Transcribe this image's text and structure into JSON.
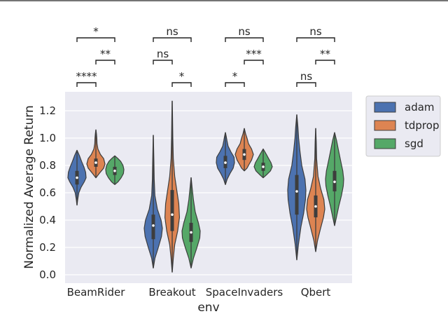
{
  "chart_data": {
    "type": "violin",
    "xlabel": "env",
    "ylabel": "Normalized Average Return",
    "categories": [
      "BeamRider",
      "Breakout",
      "SpaceInvaders",
      "Qbert"
    ],
    "yticks": [
      "0.0",
      "0.2",
      "0.4",
      "0.6",
      "0.8",
      "1.0",
      "1.2"
    ],
    "ylim": [
      -0.05,
      1.33
    ],
    "legend_position": "outside-right",
    "grid": true,
    "series": [
      {
        "name": "adam",
        "color": "#4c72b0",
        "violins": [
          {
            "min": 0.51,
            "max": 0.91,
            "median": 0.71,
            "q1": 0.66,
            "q3": 0.76,
            "profile": [
              [
                0.51,
                0.005
              ],
              [
                0.55,
                0.08
              ],
              [
                0.6,
                0.2
              ],
              [
                0.64,
                0.45
              ],
              [
                0.68,
                0.8
              ],
              [
                0.71,
                1.0
              ],
              [
                0.75,
                0.95
              ],
              [
                0.79,
                0.75
              ],
              [
                0.83,
                0.5
              ],
              [
                0.87,
                0.28
              ],
              [
                0.91,
                0.005
              ]
            ]
          },
          {
            "min": 0.05,
            "max": 1.02,
            "median": 0.36,
            "q1": 0.26,
            "q3": 0.44,
            "profile": [
              [
                0.05,
                0.005
              ],
              [
                0.12,
                0.18
              ],
              [
                0.2,
                0.55
              ],
              [
                0.28,
                0.9
              ],
              [
                0.34,
                1.0
              ],
              [
                0.4,
                0.85
              ],
              [
                0.48,
                0.45
              ],
              [
                0.58,
                0.18
              ],
              [
                0.7,
                0.1
              ],
              [
                0.82,
                0.07
              ],
              [
                0.92,
                0.04
              ],
              [
                1.02,
                0.005
              ]
            ]
          },
          {
            "min": 0.66,
            "max": 1.04,
            "median": 0.82,
            "q1": 0.78,
            "q3": 0.87,
            "profile": [
              [
                0.66,
                0.005
              ],
              [
                0.7,
                0.2
              ],
              [
                0.74,
                0.5
              ],
              [
                0.78,
                0.85
              ],
              [
                0.82,
                1.0
              ],
              [
                0.86,
                0.95
              ],
              [
                0.9,
                0.6
              ],
              [
                0.94,
                0.3
              ],
              [
                0.98,
                0.18
              ],
              [
                1.01,
                0.1
              ],
              [
                1.04,
                0.005
              ]
            ]
          },
          {
            "min": 0.11,
            "max": 1.17,
            "median": 0.61,
            "q1": 0.44,
            "q3": 0.73,
            "profile": [
              [
                0.11,
                0.005
              ],
              [
                0.22,
                0.18
              ],
              [
                0.35,
                0.45
              ],
              [
                0.45,
                0.75
              ],
              [
                0.55,
                0.95
              ],
              [
                0.62,
                1.0
              ],
              [
                0.7,
                0.9
              ],
              [
                0.8,
                0.55
              ],
              [
                0.9,
                0.35
              ],
              [
                1.0,
                0.2
              ],
              [
                1.08,
                0.12
              ],
              [
                1.17,
                0.005
              ]
            ]
          }
        ]
      },
      {
        "name": "tdprop",
        "color": "#dd8452",
        "violins": [
          {
            "min": 0.71,
            "max": 1.06,
            "median": 0.82,
            "q1": 0.79,
            "q3": 0.85,
            "profile": [
              [
                0.71,
                0.005
              ],
              [
                0.74,
                0.35
              ],
              [
                0.78,
                0.85
              ],
              [
                0.81,
                1.0
              ],
              [
                0.85,
                0.85
              ],
              [
                0.88,
                0.5
              ],
              [
                0.92,
                0.22
              ],
              [
                0.96,
                0.12
              ],
              [
                1.0,
                0.1
              ],
              [
                1.03,
                0.06
              ],
              [
                1.06,
                0.005
              ]
            ]
          },
          {
            "min": 0.02,
            "max": 1.27,
            "median": 0.44,
            "q1": 0.32,
            "q3": 0.62,
            "profile": [
              [
                0.02,
                0.005
              ],
              [
                0.12,
                0.12
              ],
              [
                0.22,
                0.28
              ],
              [
                0.32,
                0.6
              ],
              [
                0.42,
                0.8
              ],
              [
                0.52,
                0.72
              ],
              [
                0.62,
                0.5
              ],
              [
                0.72,
                0.28
              ],
              [
                0.85,
                0.12
              ],
              [
                1.0,
                0.07
              ],
              [
                1.15,
                0.04
              ],
              [
                1.27,
                0.005
              ]
            ]
          },
          {
            "min": 0.76,
            "max": 1.07,
            "median": 0.88,
            "q1": 0.84,
            "q3": 0.92,
            "profile": [
              [
                0.76,
                0.005
              ],
              [
                0.78,
                0.3
              ],
              [
                0.81,
                0.55
              ],
              [
                0.84,
                0.8
              ],
              [
                0.88,
                1.0
              ],
              [
                0.92,
                0.8
              ],
              [
                0.96,
                0.45
              ],
              [
                1.0,
                0.3
              ],
              [
                1.03,
                0.15
              ],
              [
                1.07,
                0.005
              ]
            ]
          },
          {
            "min": 0.17,
            "max": 1.07,
            "median": 0.5,
            "q1": 0.42,
            "q3": 0.58,
            "profile": [
              [
                0.17,
                0.005
              ],
              [
                0.25,
                0.2
              ],
              [
                0.33,
                0.5
              ],
              [
                0.42,
                0.85
              ],
              [
                0.48,
                1.0
              ],
              [
                0.55,
                0.9
              ],
              [
                0.63,
                0.55
              ],
              [
                0.72,
                0.25
              ],
              [
                0.85,
                0.1
              ],
              [
                0.97,
                0.06
              ],
              [
                1.07,
                0.005
              ]
            ]
          }
        ]
      },
      {
        "name": "sgd",
        "color": "#55a868",
        "violins": [
          {
            "min": 0.66,
            "max": 0.87,
            "median": 0.76,
            "q1": 0.73,
            "q3": 0.79,
            "profile": [
              [
                0.66,
                0.005
              ],
              [
                0.68,
                0.35
              ],
              [
                0.71,
                0.7
              ],
              [
                0.74,
                0.95
              ],
              [
                0.77,
                1.0
              ],
              [
                0.8,
                0.9
              ],
              [
                0.83,
                0.65
              ],
              [
                0.85,
                0.35
              ],
              [
                0.87,
                0.005
              ]
            ]
          },
          {
            "min": 0.05,
            "max": 0.71,
            "median": 0.31,
            "q1": 0.24,
            "q3": 0.38,
            "profile": [
              [
                0.05,
                0.005
              ],
              [
                0.12,
                0.25
              ],
              [
                0.2,
                0.65
              ],
              [
                0.27,
                0.95
              ],
              [
                0.32,
                1.0
              ],
              [
                0.38,
                0.8
              ],
              [
                0.46,
                0.45
              ],
              [
                0.55,
                0.25
              ],
              [
                0.63,
                0.12
              ],
              [
                0.71,
                0.005
              ]
            ]
          },
          {
            "min": 0.71,
            "max": 0.92,
            "median": 0.79,
            "q1": 0.76,
            "q3": 0.82,
            "profile": [
              [
                0.71,
                0.005
              ],
              [
                0.73,
                0.35
              ],
              [
                0.76,
                0.8
              ],
              [
                0.79,
                1.0
              ],
              [
                0.82,
                0.85
              ],
              [
                0.85,
                0.6
              ],
              [
                0.88,
                0.35
              ],
              [
                0.92,
                0.005
              ]
            ]
          },
          {
            "min": 0.36,
            "max": 1.04,
            "median": 0.68,
            "q1": 0.61,
            "q3": 0.76,
            "profile": [
              [
                0.36,
                0.005
              ],
              [
                0.42,
                0.2
              ],
              [
                0.5,
                0.45
              ],
              [
                0.58,
                0.75
              ],
              [
                0.65,
                0.95
              ],
              [
                0.7,
                1.0
              ],
              [
                0.76,
                0.9
              ],
              [
                0.84,
                0.65
              ],
              [
                0.92,
                0.4
              ],
              [
                0.98,
                0.22
              ],
              [
                1.04,
                0.005
              ]
            ]
          }
        ]
      }
    ],
    "annotations": [
      {
        "category": 0,
        "from": "adam",
        "to": "sgd",
        "level": 2,
        "label": "*"
      },
      {
        "category": 0,
        "from": "tdprop",
        "to": "sgd",
        "level": 1,
        "label": "**"
      },
      {
        "category": 0,
        "from": "adam",
        "to": "tdprop",
        "level": 0,
        "label": "****"
      },
      {
        "category": 1,
        "from": "adam",
        "to": "sgd",
        "level": 2,
        "label": "ns"
      },
      {
        "category": 1,
        "from": "adam",
        "to": "tdprop",
        "level": 1,
        "label": "ns"
      },
      {
        "category": 1,
        "from": "tdprop",
        "to": "sgd",
        "level": 0,
        "label": "*"
      },
      {
        "category": 2,
        "from": "adam",
        "to": "sgd",
        "level": 2,
        "label": "ns"
      },
      {
        "category": 2,
        "from": "tdprop",
        "to": "sgd",
        "level": 1,
        "label": "***"
      },
      {
        "category": 2,
        "from": "adam",
        "to": "tdprop",
        "level": 0,
        "label": "*"
      },
      {
        "category": 3,
        "from": "adam",
        "to": "sgd",
        "level": 2,
        "label": "ns"
      },
      {
        "category": 3,
        "from": "tdprop",
        "to": "sgd",
        "level": 1,
        "label": "**"
      },
      {
        "category": 3,
        "from": "adam",
        "to": "tdprop",
        "level": 0,
        "label": "ns"
      }
    ]
  }
}
